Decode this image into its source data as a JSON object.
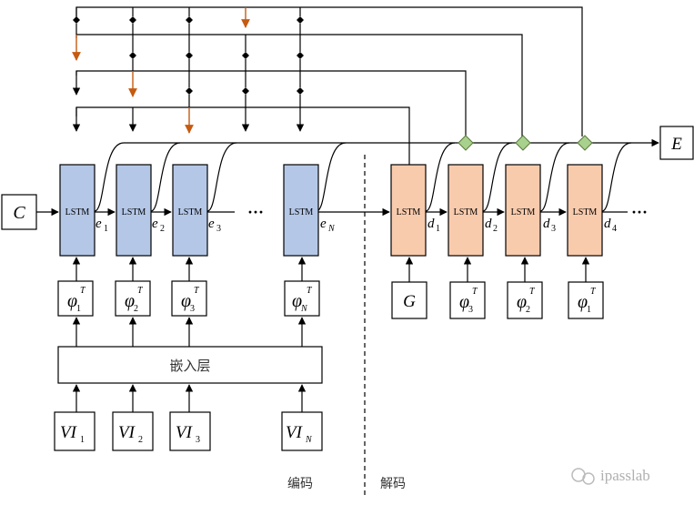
{
  "inputs_left": {
    "c": "C"
  },
  "encoder": {
    "cells": [
      {
        "label": "LSTM",
        "out": "e",
        "sub": "1"
      },
      {
        "label": "LSTM",
        "out": "e",
        "sub": "2"
      },
      {
        "label": "LSTM",
        "out": "e",
        "sub": "3"
      },
      {
        "label": "LSTM",
        "out": "e",
        "sub": "N"
      }
    ],
    "ellipsis": "···",
    "phi": [
      {
        "base": "φ",
        "sub": "1",
        "sup": "T"
      },
      {
        "base": "φ",
        "sub": "2",
        "sup": "T"
      },
      {
        "base": "φ",
        "sub": "3",
        "sup": "T"
      },
      {
        "base": "φ",
        "sub": "N",
        "sup": "T"
      }
    ],
    "embedding_label": "嵌入层",
    "vi": [
      {
        "base": "VI",
        "sub": "1"
      },
      {
        "base": "VI",
        "sub": "2"
      },
      {
        "base": "VI",
        "sub": "3"
      },
      {
        "base": "VI",
        "sub": "N"
      }
    ]
  },
  "decoder": {
    "cells": [
      {
        "label": "LSTM",
        "out": "d",
        "sub": "1"
      },
      {
        "label": "LSTM",
        "out": "d",
        "sub": "2"
      },
      {
        "label": "LSTM",
        "out": "d",
        "sub": "3"
      },
      {
        "label": "LSTM",
        "out": "d",
        "sub": "4"
      }
    ],
    "ellipsis": "···",
    "g": "G",
    "phi": [
      {
        "base": "φ",
        "sub": "3",
        "sup": "T"
      },
      {
        "base": "φ",
        "sub": "2",
        "sup": "T"
      },
      {
        "base": "φ",
        "sub": "1",
        "sup": "T"
      }
    ]
  },
  "output": {
    "e": "E"
  },
  "sections": {
    "encode": "编码",
    "decode": "解码"
  },
  "watermark": "ipasslab",
  "colors": {
    "encoder_fill": "#b4c7e7",
    "decoder_fill": "#f8cbad",
    "diamond_fill": "#a9d18e",
    "highlight_arrow": "#c55a11"
  }
}
